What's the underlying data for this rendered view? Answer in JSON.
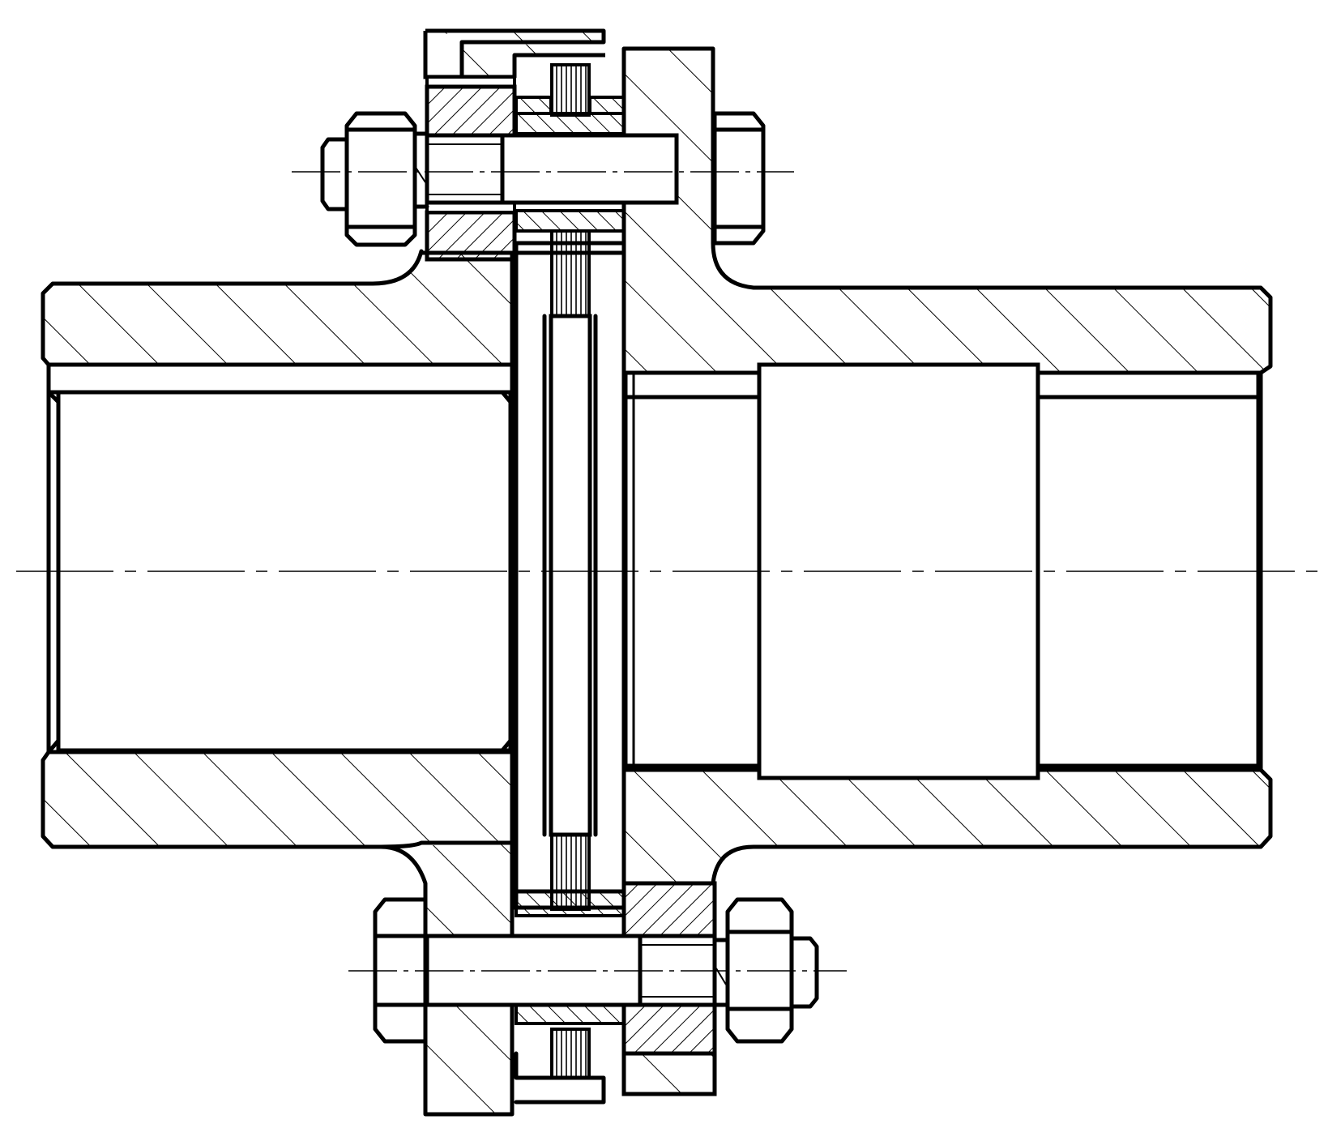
{
  "drawing": {
    "parts": {
      "left_hub": "left-hub",
      "right_hub": "right-hub",
      "disc_pack": "flexible-disc-pack",
      "bolts": [
        "upper-bolt",
        "lower-bolt"
      ],
      "nuts": [
        "upper-hex-nut",
        "lower-hex-nut"
      ]
    },
    "colors": {
      "line": "#000000",
      "background": "#ffffff",
      "hatch": "#000000"
    },
    "hatch_patterns": [
      "diagonal-hatch",
      "cross-hatch",
      "vertical-hatch"
    ]
  }
}
